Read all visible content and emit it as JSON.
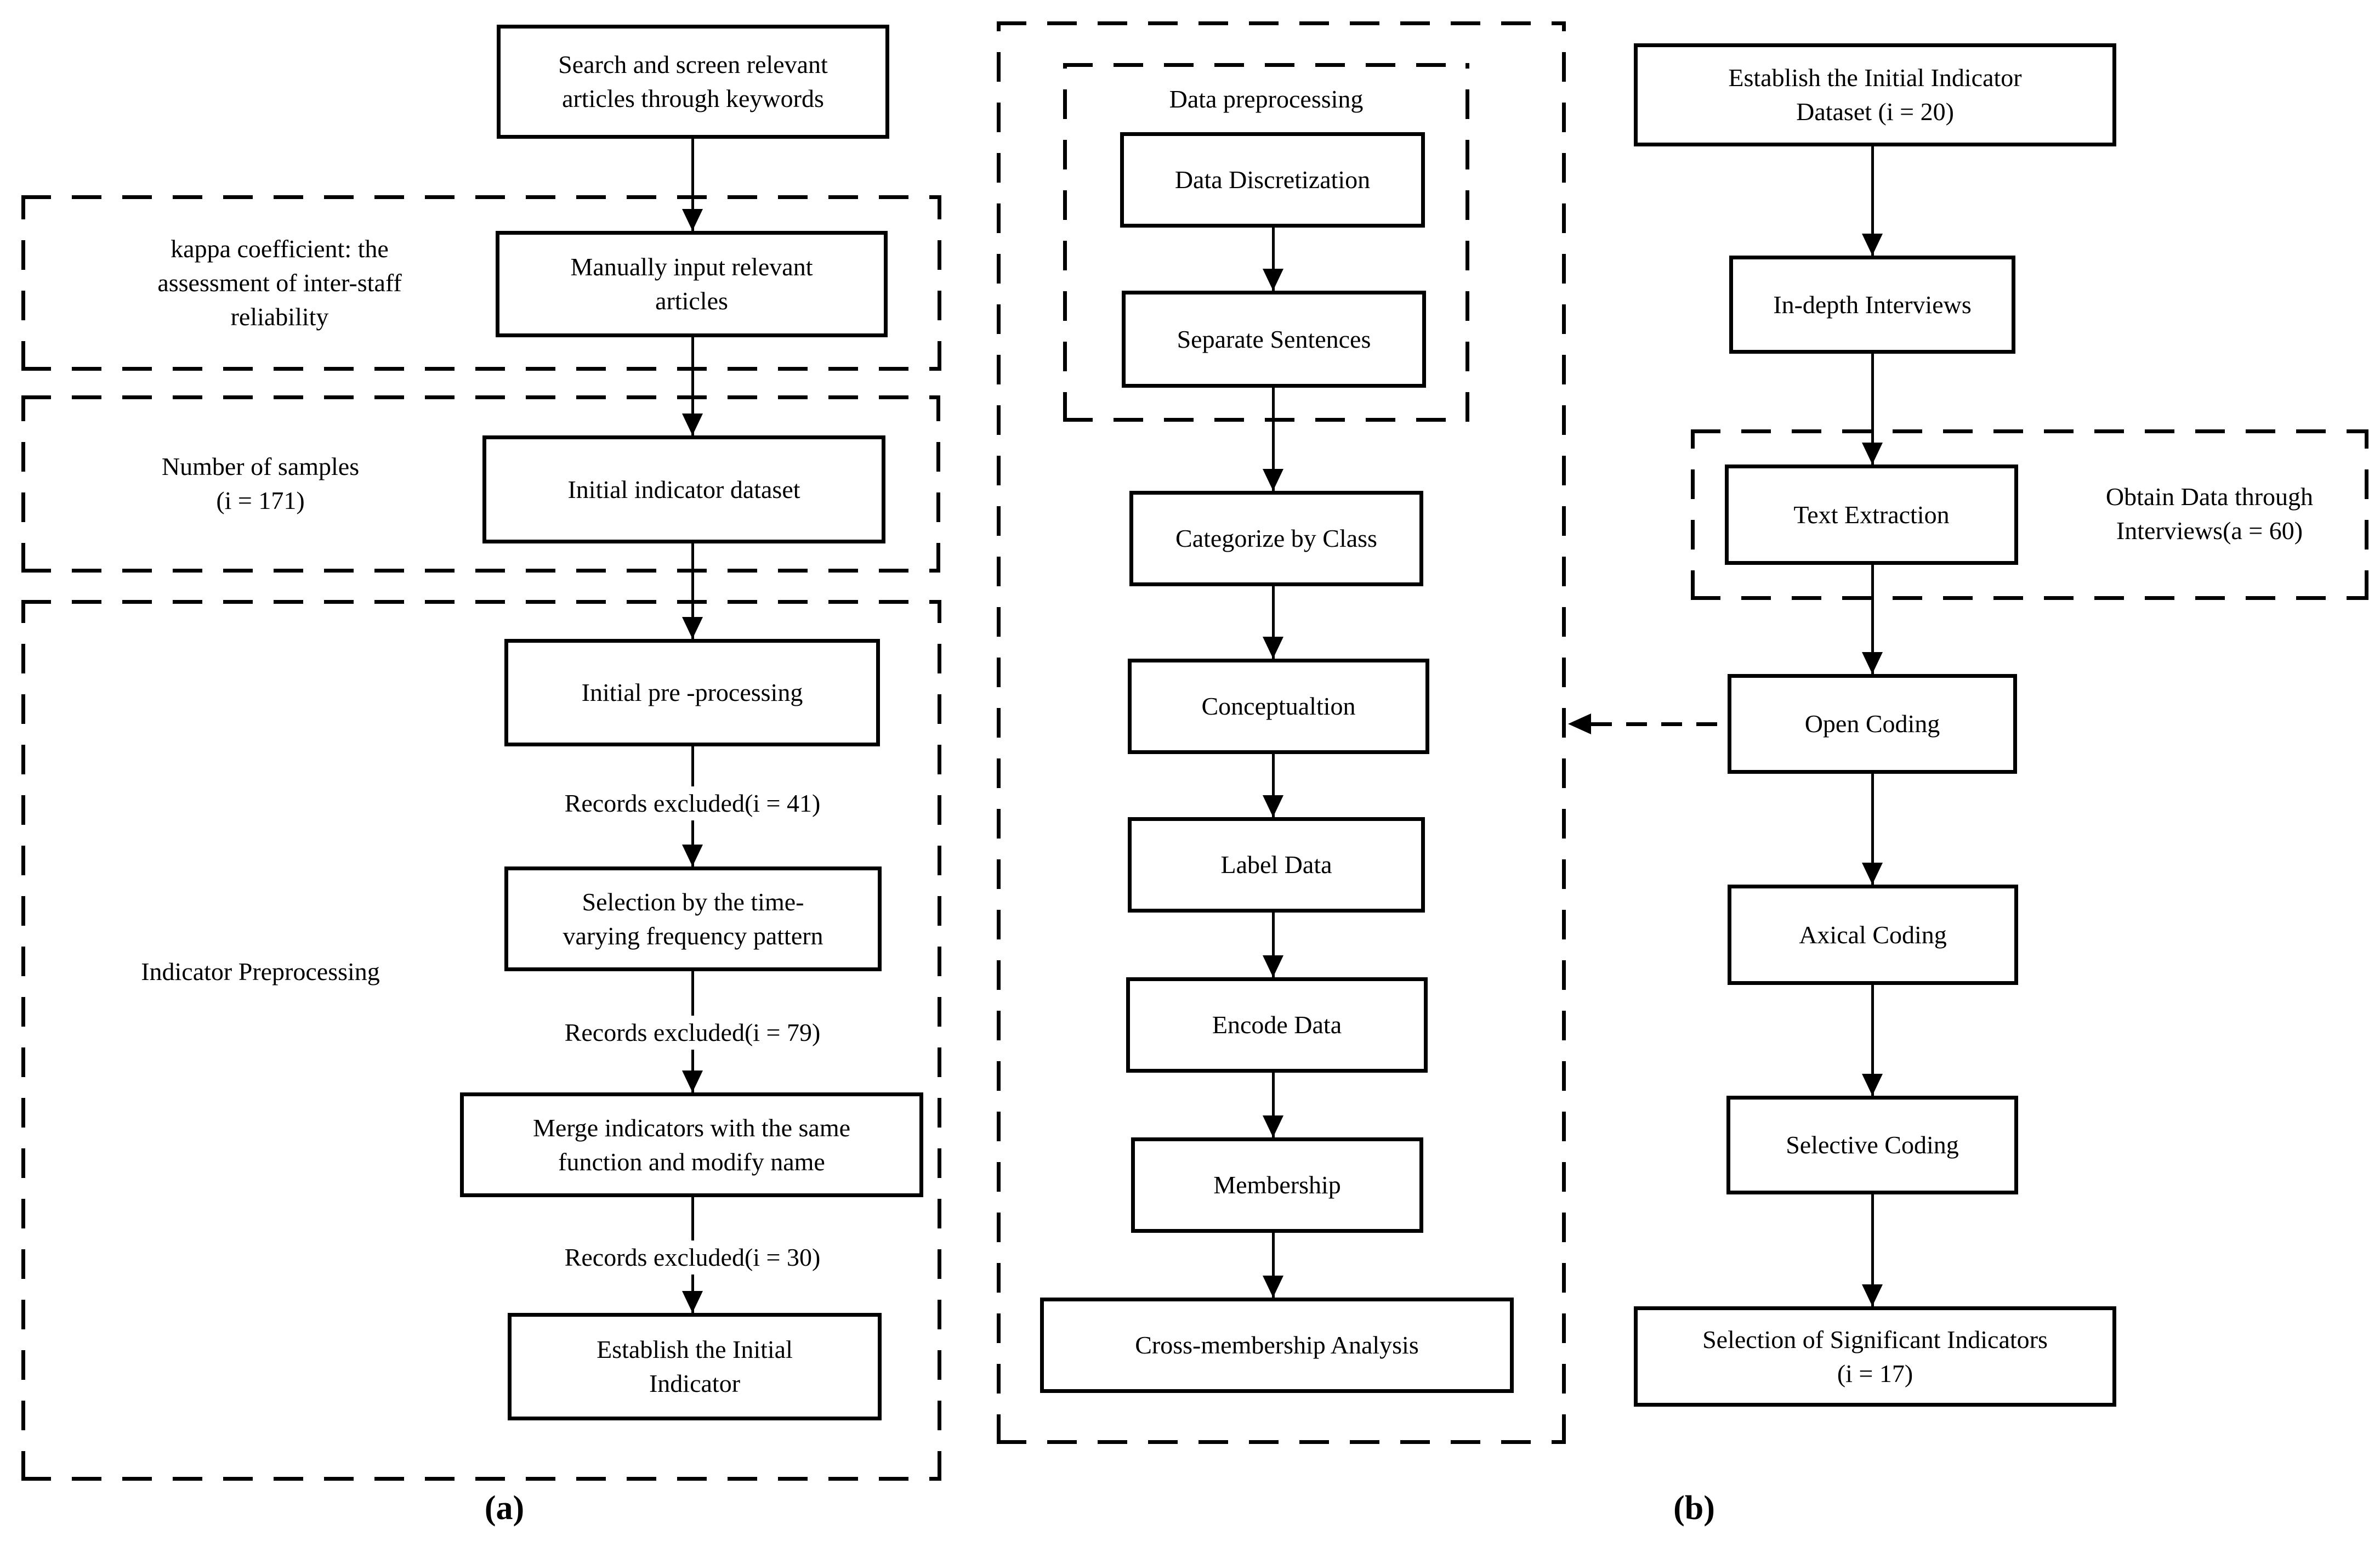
{
  "colors": {
    "line": "#000000",
    "background": "#ffffff",
    "text": "#000000"
  },
  "panels": {
    "a": "(a)",
    "b": "(b)"
  },
  "left": {
    "search": {
      "lines": [
        "Search and screen relevant",
        "articles through keywords"
      ]
    },
    "kappa_note": {
      "lines": [
        "kappa coefficient: the",
        "assessment of inter-staff",
        "reliability"
      ]
    },
    "manual": {
      "lines": [
        "Manually input relevant",
        "articles"
      ]
    },
    "samples_note": {
      "lines": [
        "Number of samples",
        "(i = 171)"
      ]
    },
    "initial_dataset": {
      "lines": [
        "Initial indicator dataset"
      ]
    },
    "preprocessing_note": {
      "lines": [
        "Indicator Preprocessing"
      ]
    },
    "initial_pre": {
      "lines": [
        "Initial pre -processing"
      ]
    },
    "excluded_41": "Records excluded(i = 41)",
    "selection_time": {
      "lines": [
        "Selection by the time-",
        "varying frequency pattern"
      ]
    },
    "excluded_79": "Records excluded(i = 79)",
    "merge": {
      "lines": [
        "Merge indicators with the same",
        "function and modify name"
      ]
    },
    "excluded_30": "Records excluded(i = 30)",
    "establish_initial": {
      "lines": [
        "Establish the Initial",
        "Indicator"
      ]
    }
  },
  "middle": {
    "group_label": "Data preprocessing",
    "discretization": "Data Discretization",
    "separate": "Separate Sentences",
    "categorize": "Categorize by Class",
    "conceptualtion": "Conceptualtion",
    "label_data": "Label Data",
    "encode": "Encode Data",
    "membership": "Membership",
    "cross": "Cross-membership Analysis"
  },
  "right": {
    "establish_dataset": {
      "lines": [
        "Establish the Initial Indicator",
        "Dataset (i = 20)"
      ]
    },
    "indepth": "In-depth Interviews",
    "text_extraction": "Text Extraction",
    "obtain_note": {
      "lines": [
        "Obtain Data through",
        "Interviews(a = 60)"
      ]
    },
    "open_coding": "Open Coding",
    "axical": "Axical Coding",
    "selective": "Selective Coding",
    "selection_significant": {
      "lines": [
        "Selection of Significant Indicators",
        "(i = 17)"
      ]
    }
  }
}
